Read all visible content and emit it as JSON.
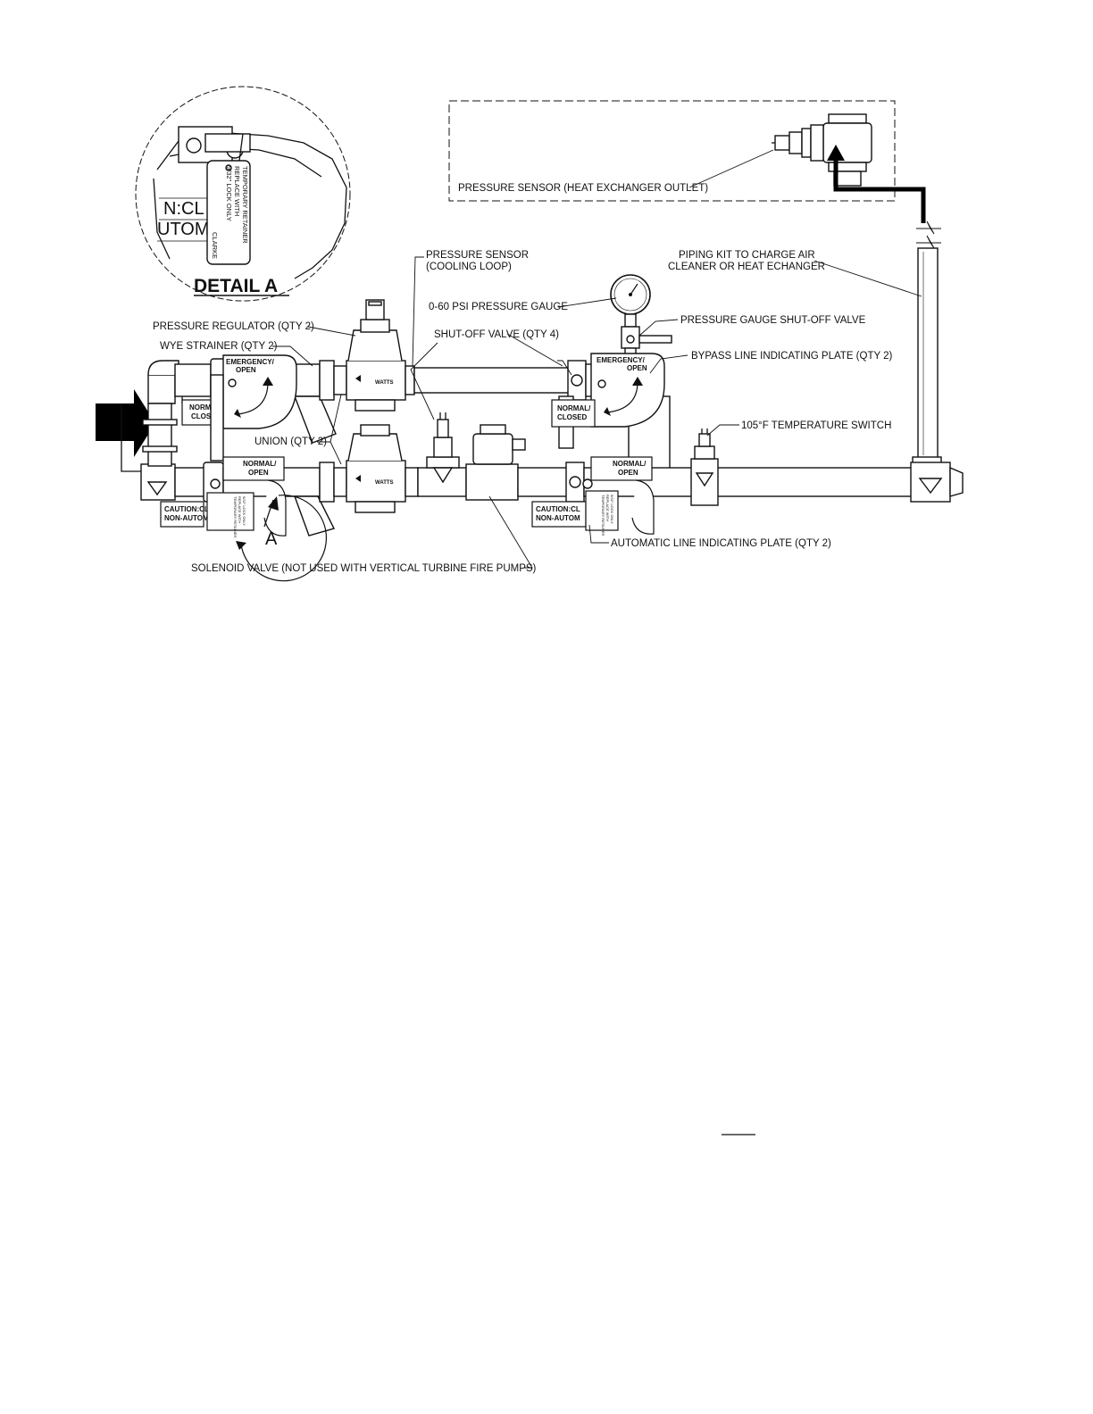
{
  "diagram": {
    "detail_label": "DETAIL  A",
    "detail_callout_letter": "A",
    "detail_inset_text": {
      "plate_fragment_1": "N:CL",
      "plate_fragment_2": "UTOM",
      "retainer_tag_lines": [
        "TEMPORARY RETAINER",
        "REPLACE WITH",
        "9/32\" LOCK ONLY"
      ],
      "retainer_tag_brand": "CLARKE"
    },
    "callouts": {
      "pressure_sensor_hx": "PRESSURE SENSOR (HEAT EXCHANGER OUTLET)",
      "piping_kit_line1": "PIPING KIT TO CHARGE AIR",
      "piping_kit_line2": "CLEANER OR HEAT ECHANGER",
      "pressure_sensor_cooling_line1": "PRESSURE SENSOR",
      "pressure_sensor_cooling_line2": "(COOLING LOOP)",
      "pressure_gauge": "0-60 PSI PRESSURE GAUGE",
      "pressure_gauge_shutoff": "PRESSURE GAUGE SHUT-OFF VALVE",
      "pressure_regulator": "PRESSURE REGULATOR (QTY 2)",
      "wye_strainer": "WYE STRAINER (QTY 2)",
      "shutoff_valve": "SHUT-OFF VALVE (QTY 4)",
      "bypass_plate": "BYPASS LINE INDICATING PLATE (QTY 2)",
      "temperature_switch": "105°F TEMPERATURE SWITCH",
      "union": "UNION (QTY 2)",
      "automatic_plate": "AUTOMATIC LINE INDICATING PLATE (QTY 2)",
      "solenoid_valve": "SOLENOID VALVE (NOT USED WITH VERTICAL TURBINE FIRE PUMPS)"
    },
    "plates": {
      "emergency_open_line1": "EMERGENCY/",
      "emergency_open_line2": "OPEN",
      "normal_closed_left_line1": "NORM",
      "normal_closed_left_line2": "CLOS",
      "normal_closed_right_line1": "NORMAL/",
      "normal_closed_right_line2": "CLOSED",
      "normal_open_line1": "NORMAL/",
      "normal_open_line2": "OPEN",
      "caution_left_line1": "CAUTION:CL",
      "caution_left_line2": "NON-AUTOM",
      "caution_right_line1": "CAUTION:CL",
      "caution_right_line2": "NON-AUTOM"
    },
    "stray_mark": "_____"
  }
}
